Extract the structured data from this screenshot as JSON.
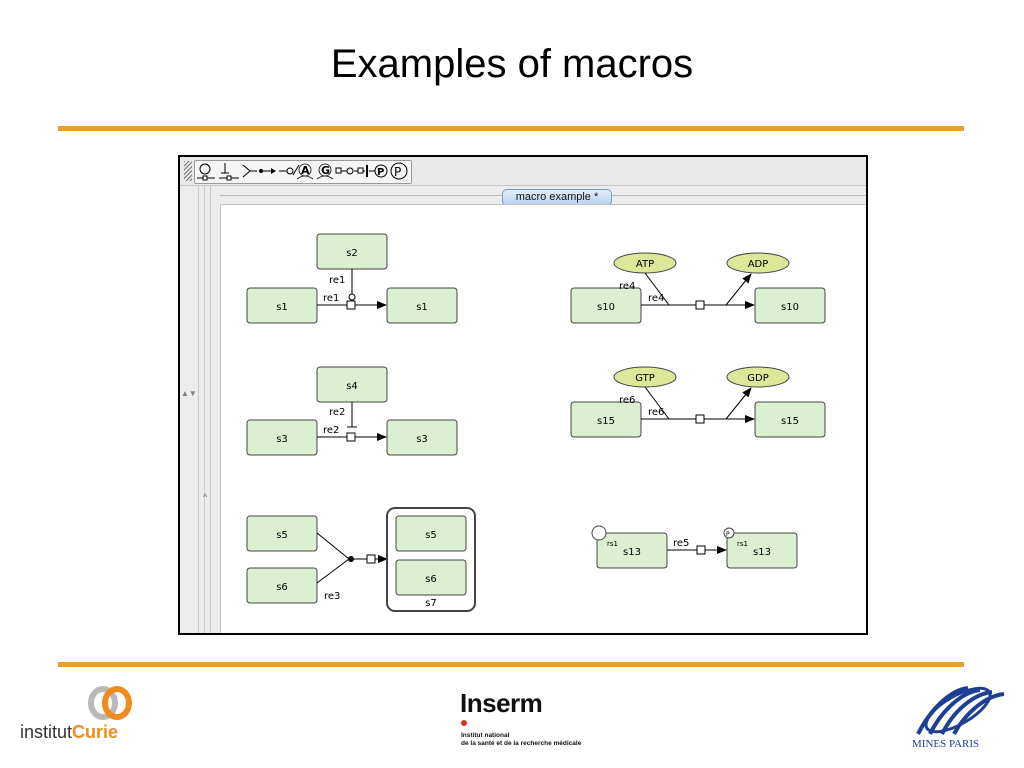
{
  "slide": {
    "title": "Examples of macros"
  },
  "editor": {
    "tab_label": "macro example *",
    "toolbar_icons": [
      "grip-icon",
      "state-node-icon",
      "source-sink-icon",
      "association-icon",
      "dissociation-icon",
      "catalysis-icon",
      "stimulation-icon",
      "tab-a-icon",
      "tab-g-icon",
      "inhibition-icon",
      "modulation-icon",
      "phosphorylation-icon",
      "phosphorylation-circle-icon"
    ],
    "diagram": {
      "nodes": {
        "s2": "s2",
        "s1a": "s1",
        "s1b": "s1",
        "s4": "s4",
        "s3a": "s3",
        "s3b": "s3",
        "s5": "s5",
        "s6": "s6",
        "s5c": "s5",
        "s6c": "s6",
        "s7": "s7",
        "s10a": "s10",
        "s10b": "s10",
        "atp": "ATP",
        "adp": "ADP",
        "s15a": "s15",
        "s15b": "s15",
        "gtp": "GTP",
        "gdp": "GDP",
        "s13a": "s13",
        "s13b": "s13",
        "rs1a": "rs1",
        "rs1b": "rs1",
        "p_marker": "P"
      },
      "reactions": {
        "re1a": "re1",
        "re1b": "re1",
        "re2a": "re2",
        "re2b": "re2",
        "re3": "re3",
        "re4a": "re4",
        "re4b": "re4",
        "re6a": "re6",
        "re6b": "re6",
        "re5": "re5"
      }
    }
  },
  "colors": {
    "accent_rule": "#f39a30",
    "node_fill": "#dcefd0",
    "ellipse_fill": "#dde79a",
    "tab_blue": "#b9d2f2"
  },
  "logos": {
    "curie_prefix": "institut",
    "curie_name": "Curie",
    "inserm_name": "Inserm",
    "inserm_line1": "Institut national",
    "inserm_line2": "de la santé et de la recherche médicale",
    "mines": "MINES PARIS"
  }
}
